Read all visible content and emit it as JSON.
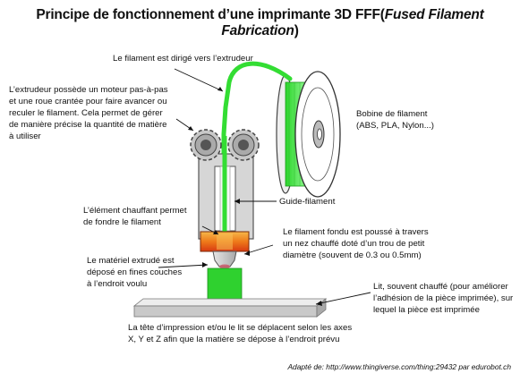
{
  "title": {
    "main": "Principe de fonctionnement d’une imprimante 3D FFF(",
    "italic": "Fused Filament Fabrication",
    "close": ")"
  },
  "labels": {
    "filament_direction": "Le filament est dirigé vers l’extrudeur",
    "extruder": [
      "L’extrudeur possède un moteur pas-à-pas",
      "et une roue crantée pour faire avancer ou",
      "reculer le filament. Cela permet de gérer",
      "de manière précise la quantité de matière",
      "à utiliser"
    ],
    "spool": [
      "Bobine de filament",
      "(ABS, PLA, Nylon...)"
    ],
    "guide": "Guide-filament",
    "heater": [
      "L’élément chauffant permet",
      "de fondre le filament"
    ],
    "nozzle": [
      "Le filament fondu est poussé à travers",
      "un nez chauffé doté d’un trou de petit",
      "diamètre (souvent de 0.3 ou 0.5mm)"
    ],
    "extruded": [
      "Le matériel extrudé est",
      "déposé en fines couches",
      "à l’endroit voulu"
    ],
    "bed": [
      "Lit, souvent chauffé (pour améliorer",
      "l’adhésion de la pièce imprimée), sur",
      "lequel la pièce est imprimée"
    ],
    "motion": [
      "La tête d’impression et/ou le lit se déplacent selon les axes",
      "X, Y et Z afin que la matière se dépose à l’endroit prévu"
    ]
  },
  "footer": "Adapté de: http://www.thingiverse.com/thing:29432 par edurobot.ch",
  "colors": {
    "filament": "#33dd33",
    "extruder_body": "#d6d6d6",
    "bed": "#c9c9c9",
    "part": "#2fd12f",
    "heater_orange": "#f08a1c",
    "heater_red": "#dd3311"
  }
}
